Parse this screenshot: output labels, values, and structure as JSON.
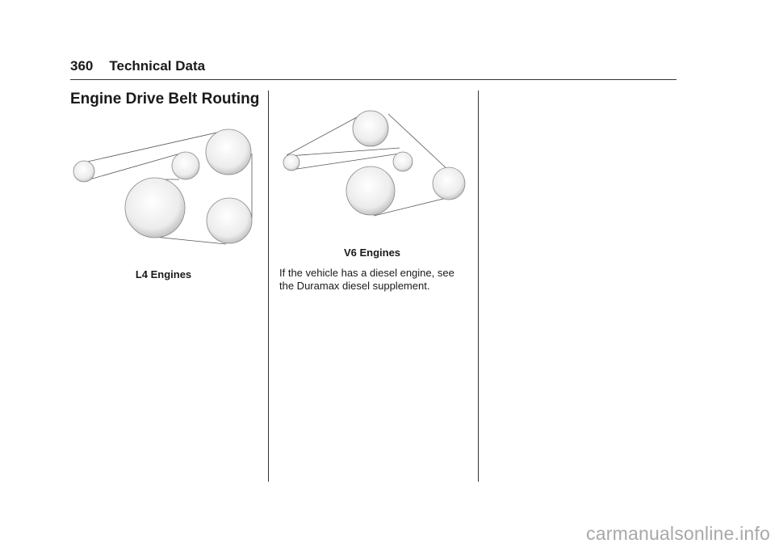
{
  "header": {
    "page_number": "360",
    "section": "Technical Data"
  },
  "section_title": "Engine Drive Belt Routing",
  "figures": {
    "l4": {
      "caption": "L4 Engines"
    },
    "v6": {
      "caption": "V6 Engines"
    }
  },
  "body_text": "If the vehicle has a diesel engine, see the Duramax diesel supplement.",
  "watermark": "carmanualsonline.info"
}
